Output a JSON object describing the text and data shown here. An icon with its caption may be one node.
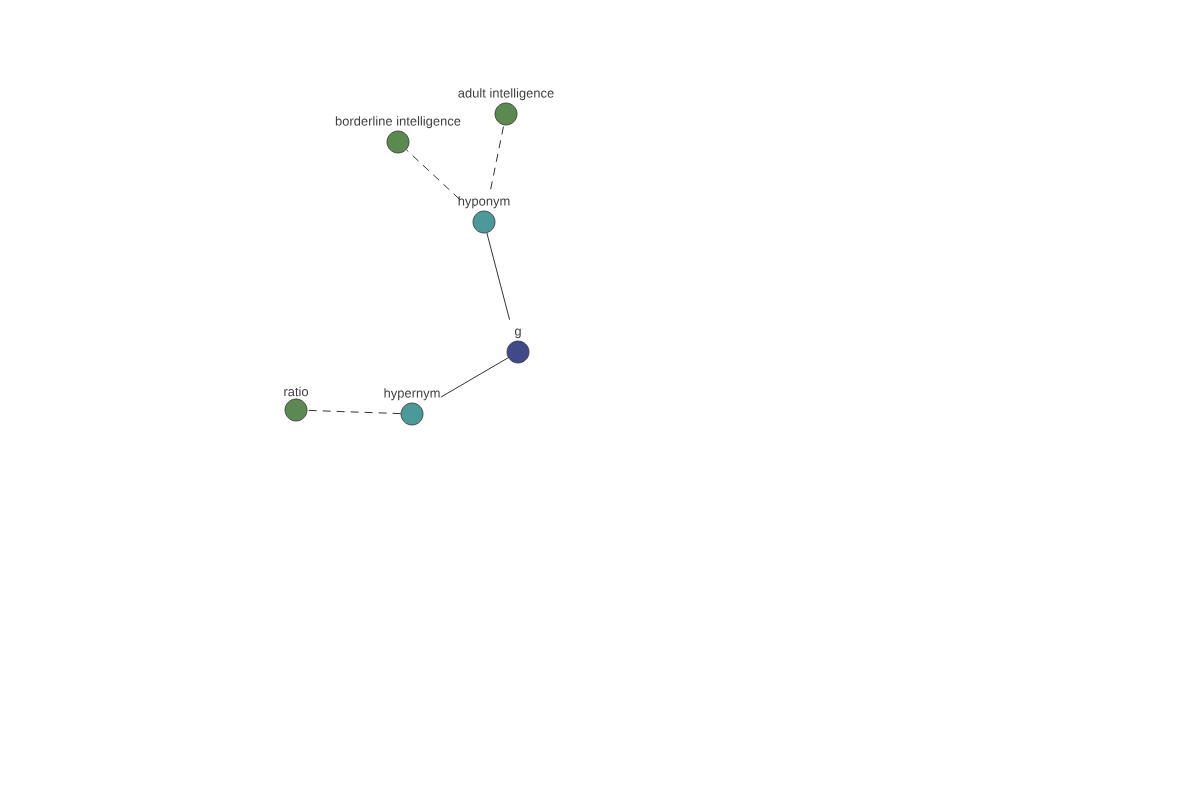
{
  "diagram": {
    "nodes": [
      {
        "text": [
          "adult intelligence"
        ]
      },
      {
        "text": [
          "borderline intelligence"
        ]
      },
      {
        "text": [
          "hyponym"
        ]
      },
      {
        "text": [
          "g"
        ]
      },
      {
        "text": [
          "ratio"
        ]
      },
      {
        "text": [
          "hypernym"
        ]
      }
    ],
    "edges": [
      {
        "from": 3,
        "to": 2,
        "arrow": "none"
      },
      {
        "from": 2,
        "to": 1,
        "arrow": "none",
        "style": "dashed"
      },
      {
        "from": 2,
        "to": 0,
        "arrow": "none",
        "style": "dashed"
      },
      {
        "from": 3,
        "to": 5,
        "arrow": "none"
      },
      {
        "from": 5,
        "to": 4,
        "arrow": "none",
        "style": "dashed"
      }
    ]
  }
}
